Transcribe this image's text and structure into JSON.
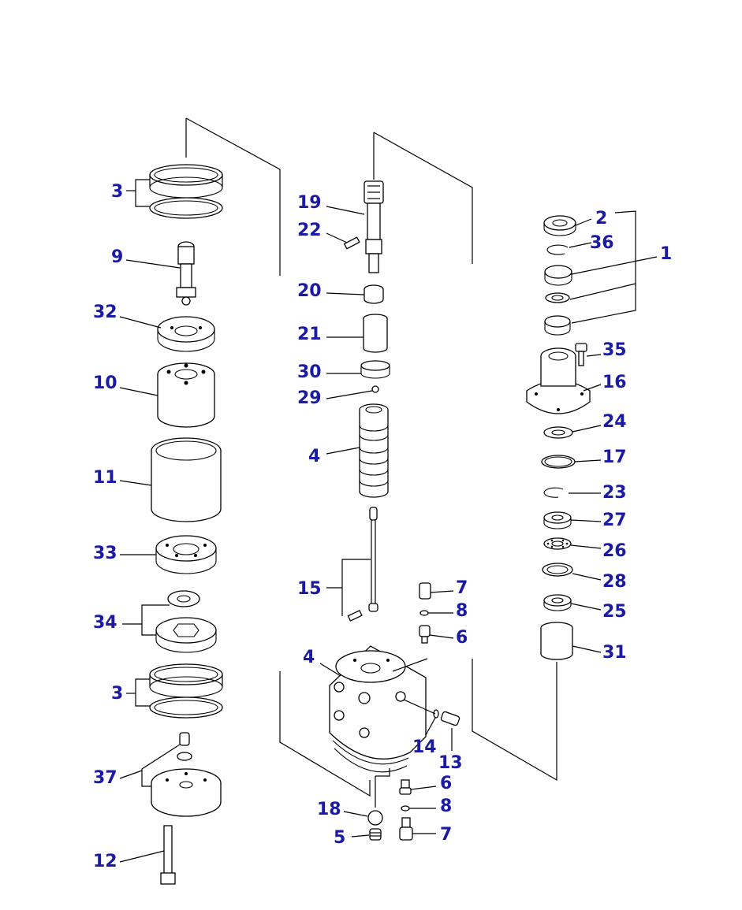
{
  "labels": {
    "l1": "1",
    "l2": "2",
    "l3a": "3",
    "l3b": "3",
    "l4a": "4",
    "l4b": "4",
    "l5": "5",
    "l6a": "6",
    "l6b": "6",
    "l7a": "7",
    "l7b": "7",
    "l8a": "8",
    "l8b": "8",
    "l9": "9",
    "l10": "10",
    "l11": "11",
    "l12": "12",
    "l13": "13",
    "l14": "14",
    "l15": "15",
    "l16": "16",
    "l17": "17",
    "l18": "18",
    "l19": "19",
    "l20": "20",
    "l21": "21",
    "l22": "22",
    "l23": "23",
    "l24": "24",
    "l25": "25",
    "l26": "26",
    "l27": "27",
    "l28": "28",
    "l29": "29",
    "l30": "30",
    "l31": "31",
    "l32": "32",
    "l33": "33",
    "l34": "34",
    "l35": "35",
    "l36": "36",
    "l37": "37"
  },
  "colors": {
    "label": "#1a1aa6",
    "line": "#000000",
    "background": "#ffffff"
  }
}
